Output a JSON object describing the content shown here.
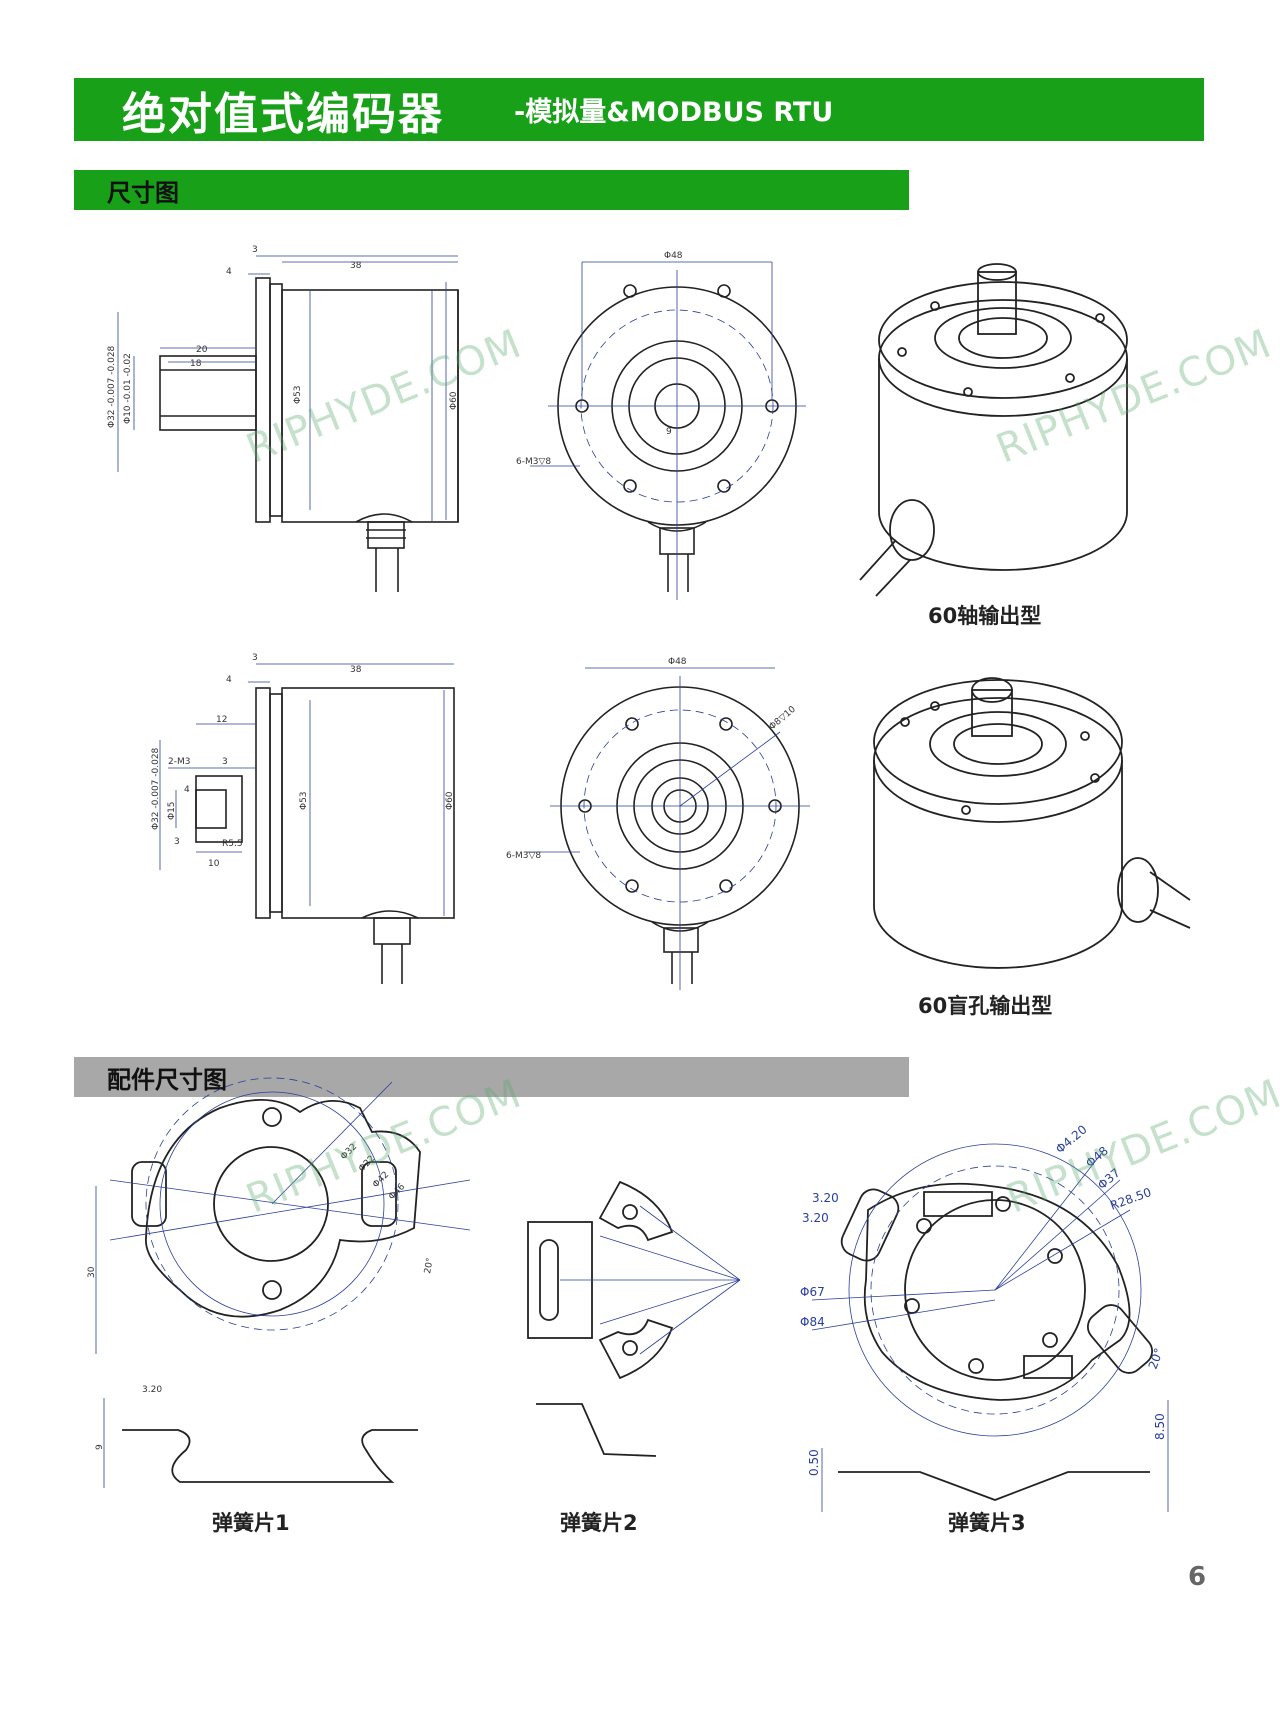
{
  "header": {
    "title": "绝对值式编码器",
    "subtitle": "-模拟量&MODBUS RTU"
  },
  "sections": {
    "dimensions": "尺寸图",
    "accessories": "配件尺寸图"
  },
  "captions": {
    "shaft_model": "60轴输出型",
    "blind_hole_model": "60盲孔输出型",
    "spring1": "弹簧片1",
    "spring2": "弹簧片2",
    "spring3": "弹簧片3"
  },
  "watermark": "RIPHYDE.COM",
  "page_number": "6",
  "dims_shaft_side": {
    "d3": "3",
    "d4": "4",
    "d38": "38",
    "d20": "20",
    "d18": "18",
    "phi53": "Φ53",
    "phi60": "Φ60",
    "phi32": "Φ32 -0.007 -0.028",
    "phi10": "Φ10 -0.01 -0.02"
  },
  "dims_shaft_front": {
    "phi48": "Φ48",
    "d9": "9",
    "holes": "6-M3▽8"
  },
  "dims_hole_side": {
    "d3": "3",
    "d4": "4",
    "d38": "38",
    "d12": "12",
    "m3": "2-M3",
    "d3b": "3",
    "d4b": "4",
    "d3c": "3",
    "d10": "10",
    "r": "R5.5",
    "phi15": "Φ15",
    "phi32": "Φ32 -0.007 -0.028",
    "phi53": "Φ53",
    "phi60": "Φ60"
  },
  "dims_hole_front": {
    "phi48": "Φ48",
    "phi8": "Φ8▽10",
    "holes": "6-M3▽8"
  },
  "dims_spring1": {
    "phi1": "Φ32",
    "phi2": "Φ22",
    "phi3": "Φ42",
    "phi4": "Φ46",
    "angle": "20°",
    "h": "30",
    "w": "3.20",
    "t": "9"
  },
  "dims_spring3": {
    "a": "3.20",
    "b": "3.20",
    "phi420": "Φ4.20",
    "phi48": "Φ48",
    "phi37": "Φ37",
    "r": "R28.50",
    "phi67": "Φ67",
    "phi84": "Φ84",
    "angle": "20°",
    "h": "8.50",
    "t": "0.50"
  }
}
